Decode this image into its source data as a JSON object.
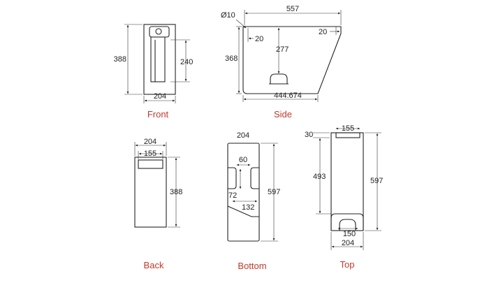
{
  "colors": {
    "line": "#222222",
    "caption": "#c0392b",
    "background": "#ffffff"
  },
  "views": {
    "front": {
      "caption": "Front",
      "dims": {
        "height": "388",
        "inner_height": "240",
        "width": "204"
      }
    },
    "side": {
      "caption": "Side",
      "dims": {
        "hole": "Ø10",
        "top_length": "557",
        "left_offset": "20",
        "right_offset": "20",
        "depth": "277",
        "height": "368",
        "base_length": "444.674"
      }
    },
    "back": {
      "caption": "Back",
      "dims": {
        "width": "204",
        "inner_width": "155",
        "height": "388"
      }
    },
    "bottom": {
      "caption": "Bottom",
      "dims": {
        "width": "204",
        "slot_width": "60",
        "slot_height": "72",
        "spacing": "132",
        "length": "597"
      }
    },
    "top": {
      "caption": "Top",
      "dims": {
        "edge": "30",
        "inner_width": "155",
        "inner_length": "493",
        "length": "597",
        "outlet": "150",
        "width": "204"
      }
    }
  }
}
